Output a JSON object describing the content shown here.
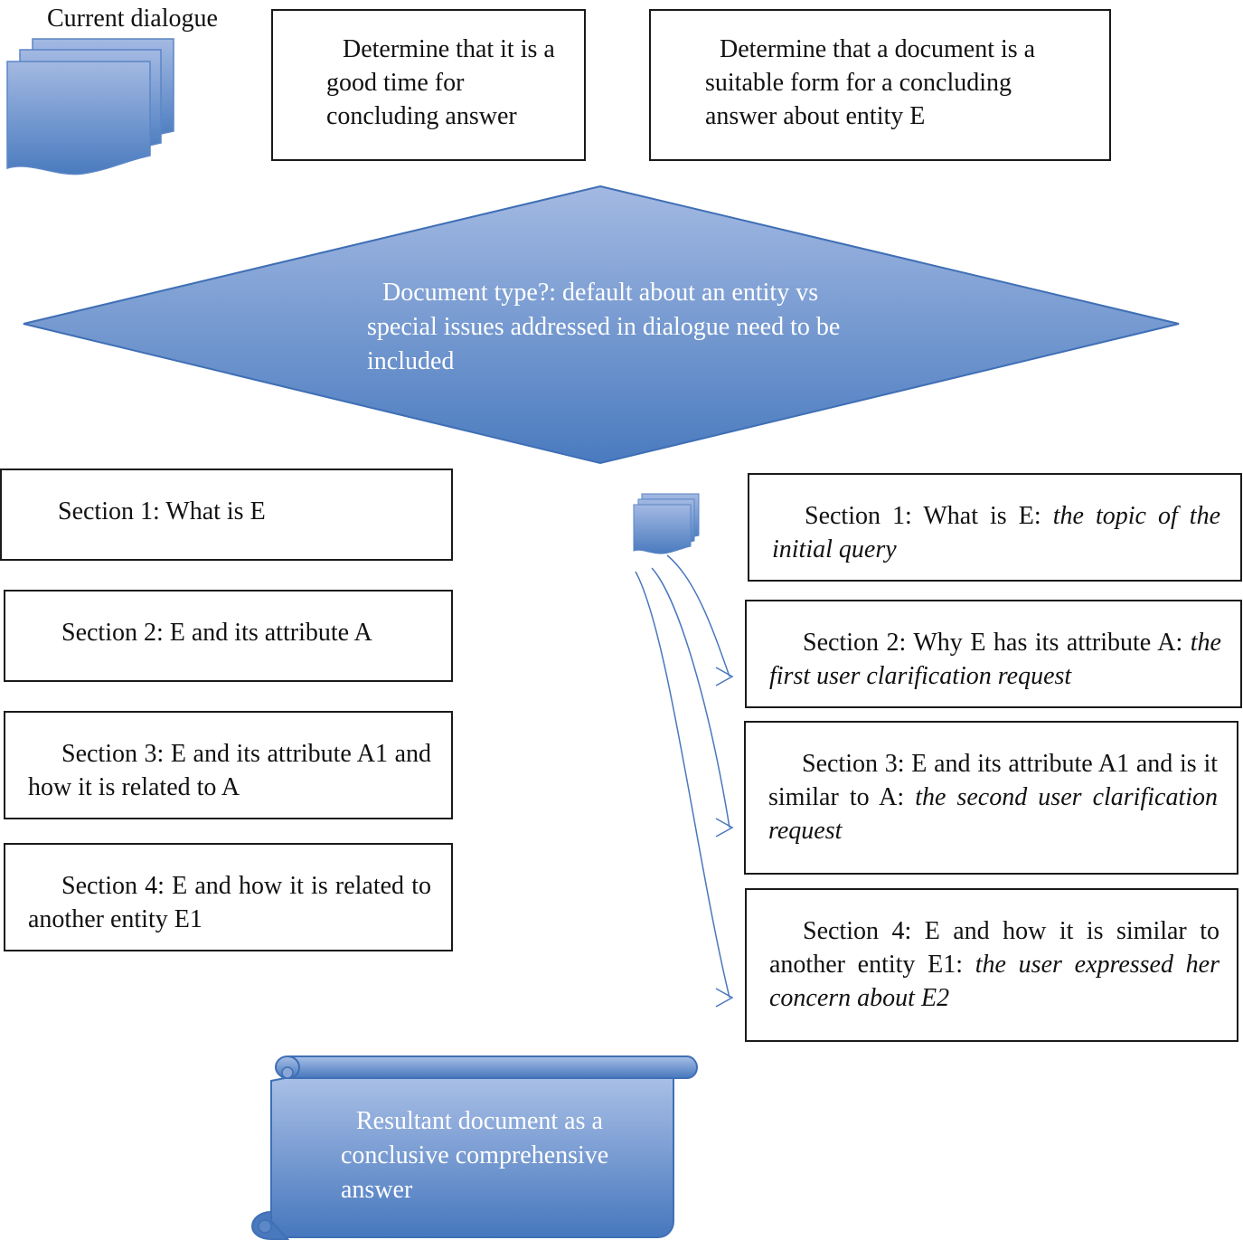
{
  "current_dialogue_label": "Current dialogue",
  "top_boxes": {
    "good_time": "Determine that it is a good time for concluding answer",
    "suitable_form": "Determine that a document is a suitable form for a concluding answer about entity E"
  },
  "decision": {
    "text": "Document type?: default about an entity vs special issues addressed in dialogue need to be included"
  },
  "left_sections": [
    "Section 1: What is E",
    "Section 2: E and its attribute A",
    "Section 3: E and its attribute A1 and how it is related to A",
    "Section 4: E and how it is related to another entity E1"
  ],
  "right_sections": [
    {
      "main": "Section 1: What is E: ",
      "italic": "the topic of the initial query"
    },
    {
      "main": "Section 2: Why E has its attribute A: ",
      "italic": "the first user clarification request"
    },
    {
      "main": "Section 3: E and its attribute A1 and is it similar to  A: ",
      "italic": "the second user clarification request"
    },
    {
      "main": "Section 4: E and how it is similar to another entity E1: ",
      "italic": "the user expressed her concern about E2"
    }
  ],
  "result": {
    "text": "Resultant document as a conclusive comprehensive answer"
  },
  "colors": {
    "fill_light": "#a3b9e2",
    "fill_dark": "#4a7bbf",
    "stroke": "#3f6fb5",
    "box_border": "#1a1a1a"
  }
}
